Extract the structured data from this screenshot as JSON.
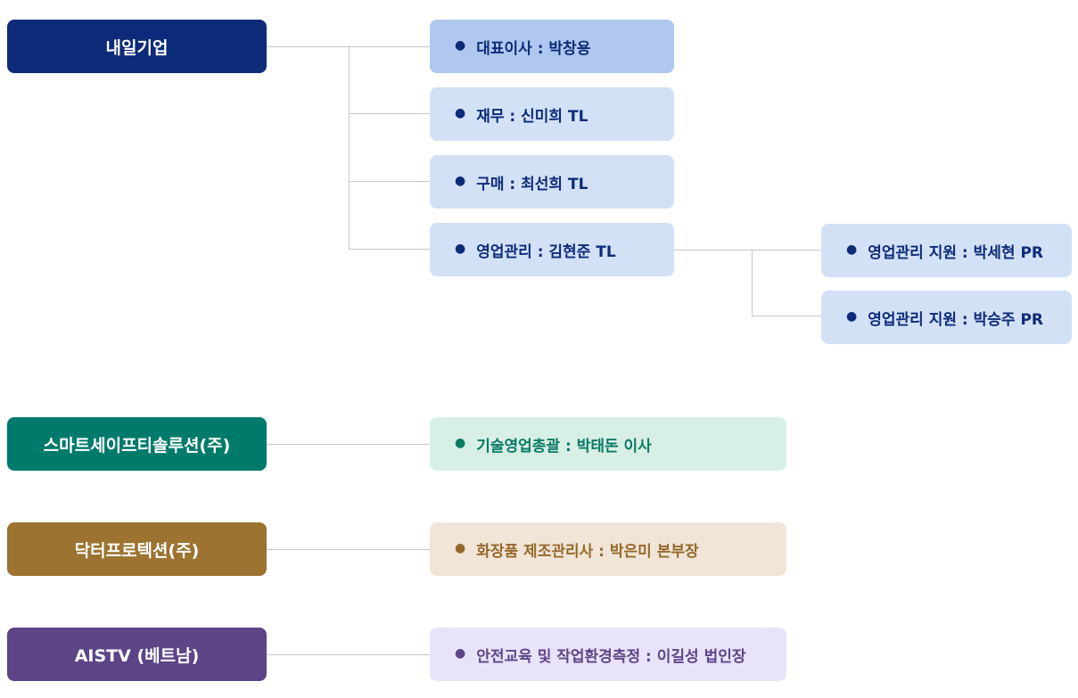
{
  "companies": [
    {
      "name": "내일기업",
      "color": "#0d2b78",
      "members": [
        "대표이사 : 박창용",
        "재무 : 신미희 TL",
        "구매 : 최선희 TL",
        "영업관리 : 김현준 TL"
      ],
      "sub_members": [
        "영업관리 지원 : 박세현 PR",
        "영업관리 지원 : 박승주 PR"
      ]
    },
    {
      "name": "스마트세이프티솔루션(주)",
      "color": "#007a6b",
      "members": [
        "기술영업총괄 : 박태돈 이사"
      ]
    },
    {
      "name": "닥터프로텍션(주)",
      "color": "#9c7331",
      "members": [
        "화장품 제조관리사 : 박은미 본부장"
      ]
    },
    {
      "name": "AISTV (베트남)",
      "color": "#5d4588",
      "members": [
        "안전교육 및 작업환경측정 : 이길성 법인장"
      ]
    }
  ]
}
